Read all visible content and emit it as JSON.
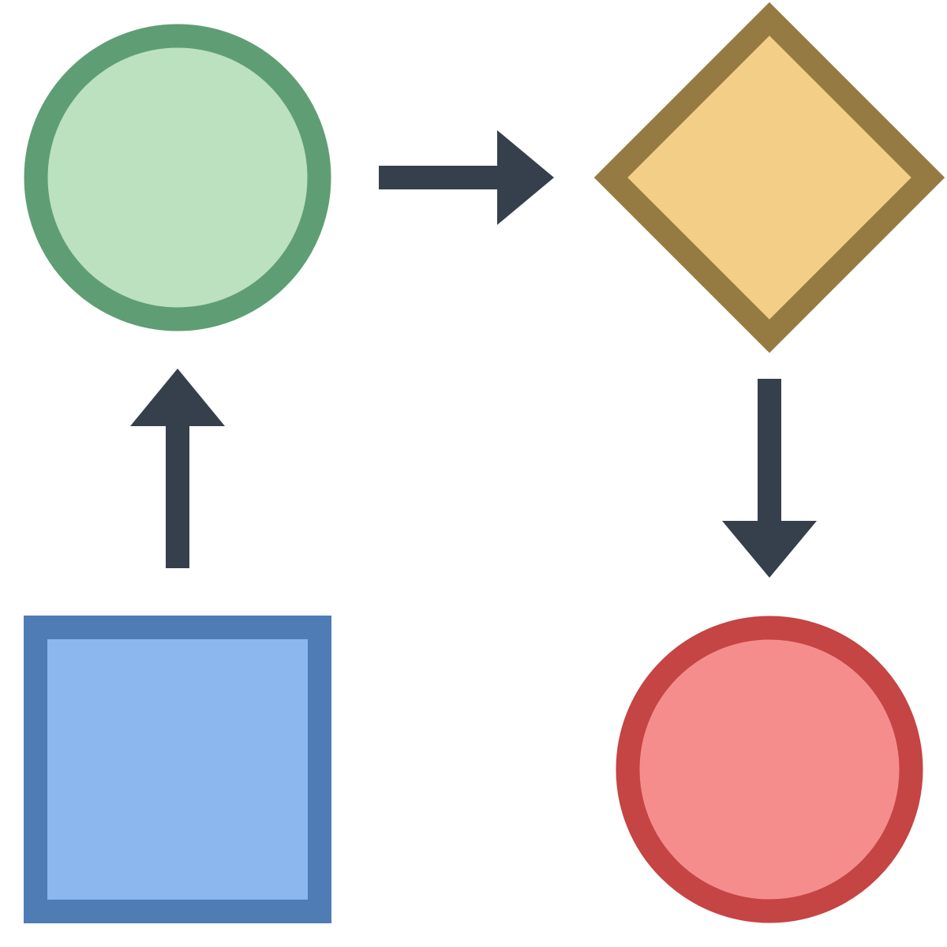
{
  "diagram": {
    "type": "flow",
    "nodes": [
      {
        "id": "start",
        "shape": "circle",
        "fill": "#BBE1BE",
        "stroke": "#5F9E74"
      },
      {
        "id": "decision",
        "shape": "diamond",
        "fill": "#F3CE86",
        "stroke": "#957B42"
      },
      {
        "id": "end",
        "shape": "circle",
        "fill": "#F58D8D",
        "stroke": "#C54444"
      },
      {
        "id": "process",
        "shape": "square",
        "fill": "#8BB6EE",
        "stroke": "#4F7CB5"
      }
    ],
    "edges": [
      {
        "from": "process",
        "to": "start",
        "color": "#36404D"
      },
      {
        "from": "start",
        "to": "decision",
        "color": "#36404D"
      },
      {
        "from": "decision",
        "to": "end",
        "color": "#36404D"
      }
    ]
  }
}
